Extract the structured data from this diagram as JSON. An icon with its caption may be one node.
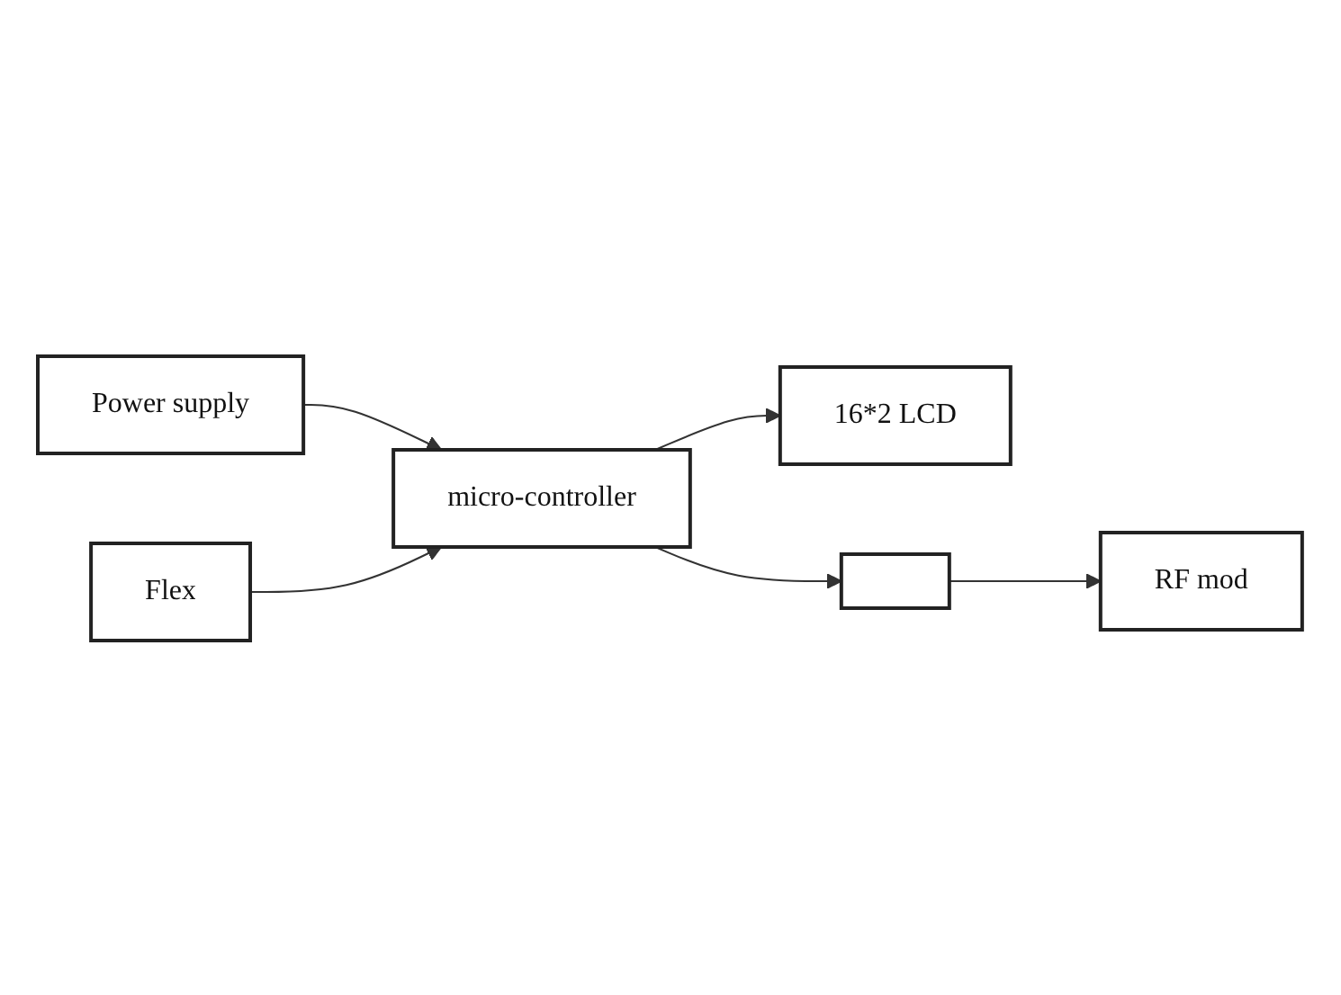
{
  "diagram": {
    "nodes": [
      {
        "text": [
          "Power supply"
        ]
      },
      {
        "text": [
          "Flex"
        ]
      },
      {
        "text": [
          "micro-controller"
        ]
      },
      {
        "text": [
          "16*2 LCD"
        ]
      },
      {
        "text": [],
        "shape": "box"
      },
      {
        "text": [
          "RF mod"
        ]
      }
    ],
    "edges": [
      {
        "from": 0,
        "to": 2,
        "arrow": "to"
      },
      {
        "from": 1,
        "to": 2,
        "arrow": "to"
      },
      {
        "from": 2,
        "to": 3,
        "arrow": "to"
      },
      {
        "from": 2,
        "to": 4,
        "arrow": "to"
      },
      {
        "from": 4,
        "to": 5,
        "arrow": "to"
      }
    ]
  }
}
